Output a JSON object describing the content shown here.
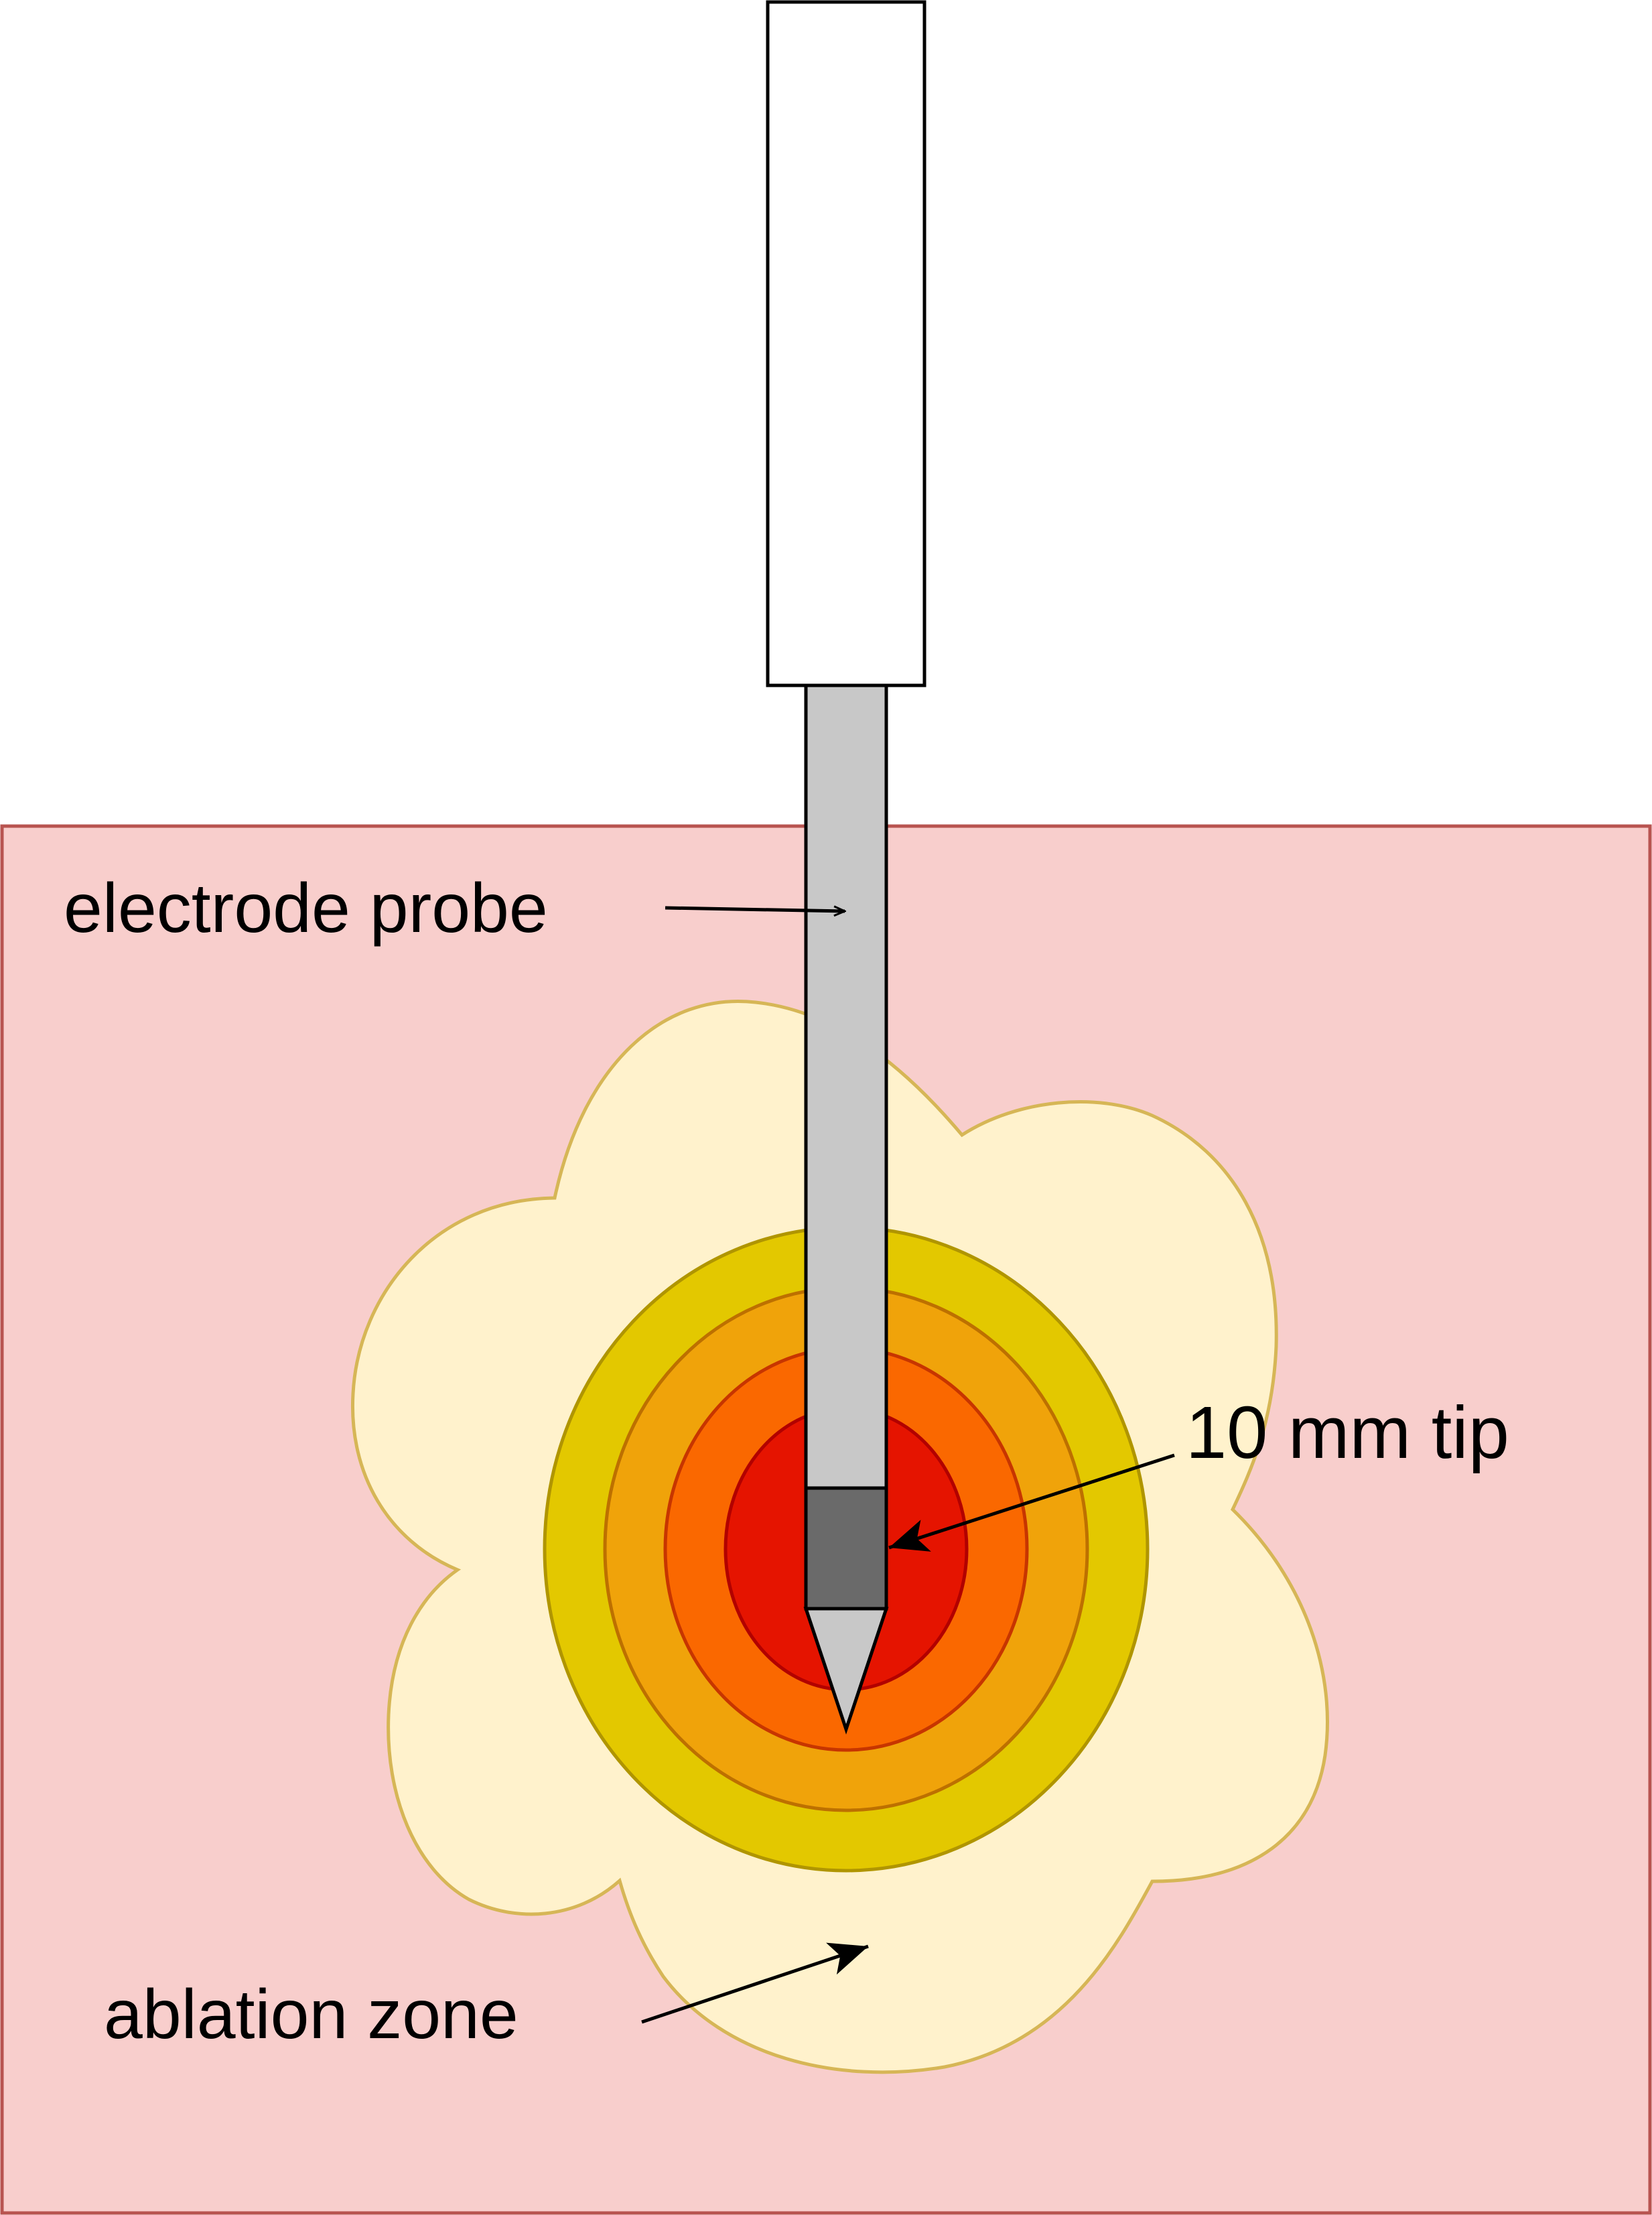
{
  "labels": {
    "electrode_probe": "electrode probe",
    "tip": "10 mm tip",
    "ablation_zone": "ablation zone"
  },
  "colors": {
    "tissue_fill": "#f8cecc",
    "tissue_stroke": "#b85450",
    "cloud_fill": "#fff2cc",
    "cloud_stroke": "#d6b656",
    "ring_yellow": "#e3c800",
    "ring_yellow_stroke": "#b09500",
    "ring_amber": "#f0a30a",
    "ring_amber_stroke": "#bd7000",
    "ring_orange": "#fa6800",
    "ring_orange_stroke": "#c73500",
    "ring_red": "#e51400",
    "ring_red_stroke": "#b20000",
    "probe_shaft": "#c8c8c8",
    "probe_tip": "#6a6a6a",
    "probe_point": "#c8c8c8",
    "handle": "#ffffff",
    "outline": "#000000"
  }
}
